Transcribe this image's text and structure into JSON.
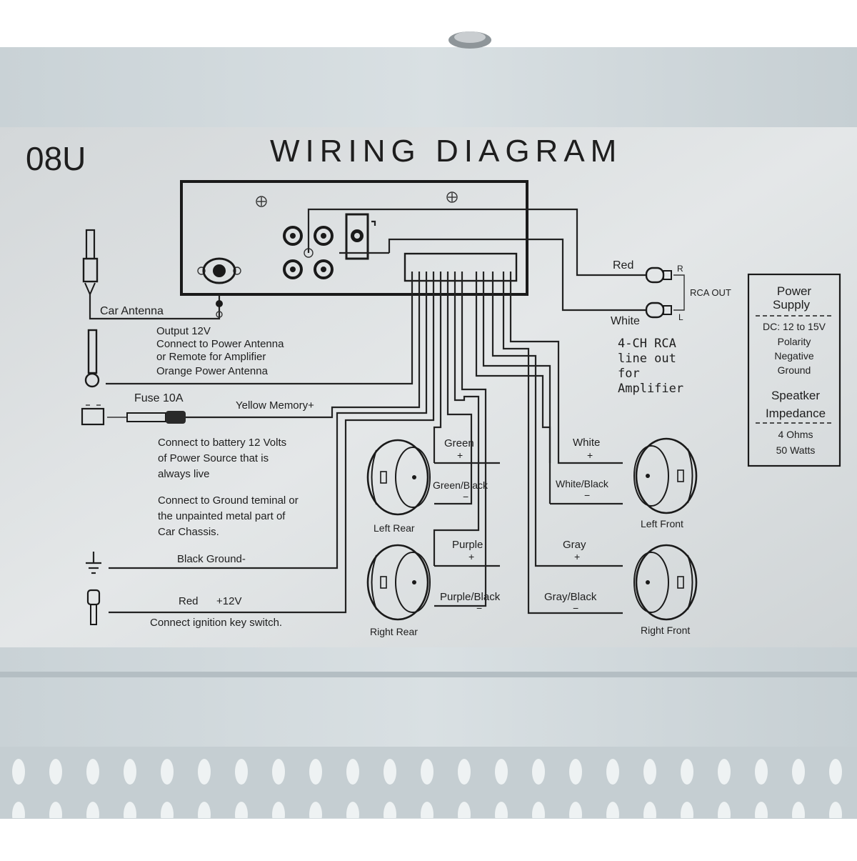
{
  "header": {
    "model": "08U",
    "title": "WIRING DIAGRAM"
  },
  "head_unit": {
    "antenna_label": "Car Antenna"
  },
  "left_wires": {
    "output_line1": "Output 12V",
    "output_line2": "Connect to Power Antenna",
    "output_line3": "or Remote for Amplifier",
    "output_line4": "Orange Power Antenna",
    "fuse": "Fuse 10A",
    "memory": "Yellow Memory+",
    "battery_line1": "Connect to battery 12 Volts",
    "battery_line2": "of Power Source that is",
    "battery_line3": "always live",
    "ground_note_line1": "Connect to Ground teminal or",
    "ground_note_line2": "the unpainted metal part of",
    "ground_note_line3": "Car Chassis.",
    "ground": "Black Ground-",
    "ignition_color": "Red",
    "ignition_voltage": "+12V",
    "ignition_note": "Connect ignition key switch."
  },
  "rca": {
    "red": "Red",
    "white": "White",
    "r": "R",
    "l": "L",
    "out": "RCA OUT",
    "note_line1": "4-CH  RCA",
    "note_line2": "line  out",
    "note_line3": "for",
    "note_line4": "Amplifier"
  },
  "speakers": {
    "left_rear": {
      "name": "Left  Rear",
      "pos": "Green",
      "neg": "Green/Black"
    },
    "right_rear": {
      "name": "Right Rear",
      "pos": "Purple",
      "neg": "Purple/Black"
    },
    "left_front": {
      "name": "Left  Front",
      "pos": "White",
      "neg": "White/Black"
    },
    "right_front": {
      "name": "Right  Front",
      "pos": "Gray",
      "neg": "Gray/Black"
    },
    "plus": "+",
    "minus": "−"
  },
  "spec_box": {
    "title_line1": "Power",
    "title_line2": "Supply",
    "dc": "DC: 12 to 15V",
    "polarity_line1": "Polarity",
    "polarity_line2": "Negative",
    "polarity_line3": "Ground",
    "impedance_line1": "Speatker",
    "impedance_line2": "Impedance",
    "ohms": "4  Ohms",
    "watts": "50 Watts"
  }
}
